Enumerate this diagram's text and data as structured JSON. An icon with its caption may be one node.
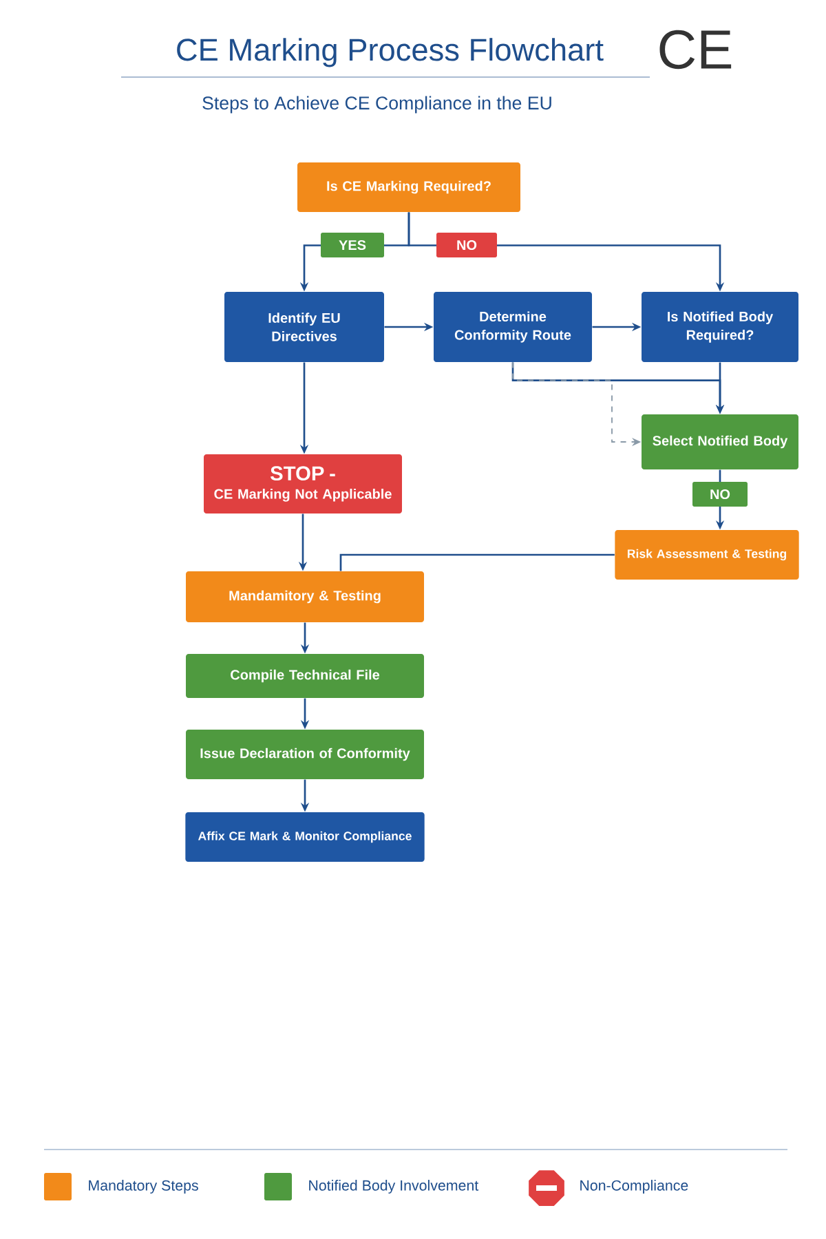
{
  "diagram": {
    "title": "CE Marking Process Flowchart",
    "nodes": [
      {
        "text": [
          "Is CE Marking Required?"
        ]
      },
      {
        "text": [
          "Identify EU Directives"
        ]
      },
      {
        "text": [
          "Determine Conformity Route"
        ]
      },
      {
        "text": [
          "Is Notified Body Required?"
        ]
      },
      {
        "text": [
          "STOP -",
          "CE Marking Not Applicable"
        ]
      },
      {
        "text": [
          "Select Notified Body"
        ]
      },
      {
        "text": [
          "Risk Assessment & Testing"
        ]
      },
      {
        "text": [
          "Mandamitory & Testing"
        ]
      },
      {
        "text": [
          "Compile Technical File"
        ]
      },
      {
        "text": [
          "Issue Declaration of Conformity"
        ]
      },
      {
        "text": [
          "Affix CE Mark & Monitor Compliance"
        ]
      }
    ],
    "edges": [
      {
        "from": 0,
        "to": 1,
        "arrow": "to",
        "label": "YES"
      },
      {
        "from": 0,
        "to": 3,
        "arrow": "to",
        "label": "NO"
      },
      {
        "from": 1,
        "to": 2,
        "arrow": "to"
      },
      {
        "from": 2,
        "to": 3,
        "arrow": "to"
      },
      {
        "from": 1,
        "to": 4,
        "arrow": "to"
      },
      {
        "from": 2,
        "to": 5,
        "arrow": "to"
      },
      {
        "from": 3,
        "to": 5,
        "arrow": "to"
      },
      {
        "from": 2,
        "to": 5,
        "arrow": "to",
        "style": "dashed",
        "color": "#8a9aa8"
      },
      {
        "from": 5,
        "to": 6,
        "arrow": "to",
        "label": "NO"
      },
      {
        "from": 4,
        "to": 7,
        "arrow": "to"
      },
      {
        "from": 6,
        "to": 7,
        "arrow": "none"
      },
      {
        "from": 7,
        "to": 8,
        "arrow": "to"
      },
      {
        "from": 8,
        "to": 9,
        "arrow": "to"
      },
      {
        "from": 9,
        "to": 10,
        "arrow": "to"
      }
    ],
    "labels": [
      "Steps to Achieve CE Compliance in the EU",
      "CE"
    ],
    "legend": [
      {
        "text": "Mandatory Steps",
        "color": "#f28a1a"
      },
      {
        "text": "Notified Body Involvement",
        "color": "#4f9a3f"
      },
      {
        "text": "Non-Compliance"
      }
    ]
  }
}
